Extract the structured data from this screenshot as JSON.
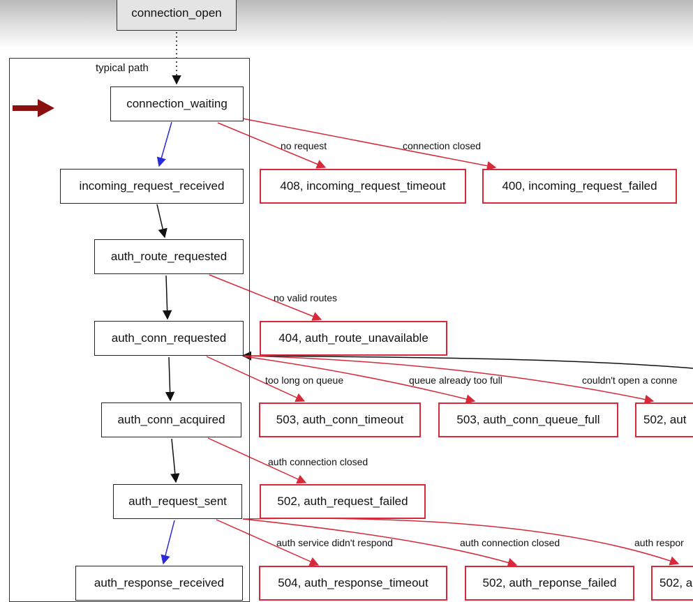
{
  "group": {
    "label": "typical path"
  },
  "nodes": {
    "connection_open": "connection_open",
    "connection_waiting": "connection_waiting",
    "incoming_request_received": "incoming_request_received",
    "auth_route_requested": "auth_route_requested",
    "auth_conn_requested": "auth_conn_requested",
    "auth_conn_acquired": "auth_conn_acquired",
    "auth_request_sent": "auth_request_sent",
    "auth_response_received": "auth_response_received"
  },
  "errors": {
    "e408": "408, incoming_request_timeout",
    "e400": "400, incoming_request_failed",
    "e404": "404, auth_route_unavailable",
    "e503a": "503, auth_conn_timeout",
    "e503b": "503, auth_conn_queue_full",
    "e502a": "502, aut",
    "e502b": "502, auth_request_failed",
    "e504": "504, auth_response_timeout",
    "e502c": "502, auth_reponse_failed",
    "e502d": "502, a"
  },
  "edge_labels": {
    "no_request": "no request",
    "connection_closed": "connection closed",
    "no_valid_routes": "no valid routes",
    "too_long_on_queue": "too long on queue",
    "queue_already_too_full": "queue already too full",
    "couldnt_open": "couldn't open a conne",
    "auth_connection_closed_1": "auth connection closed",
    "auth_service_didnt_respond": "auth service didn't respond",
    "auth_connection_closed_2": "auth connection closed",
    "auth_respon": "auth respor"
  },
  "colors": {
    "error": "#d62a3a",
    "highlight": "#2a2ad8",
    "pointer": "#8b1010",
    "normal": "#111111"
  }
}
